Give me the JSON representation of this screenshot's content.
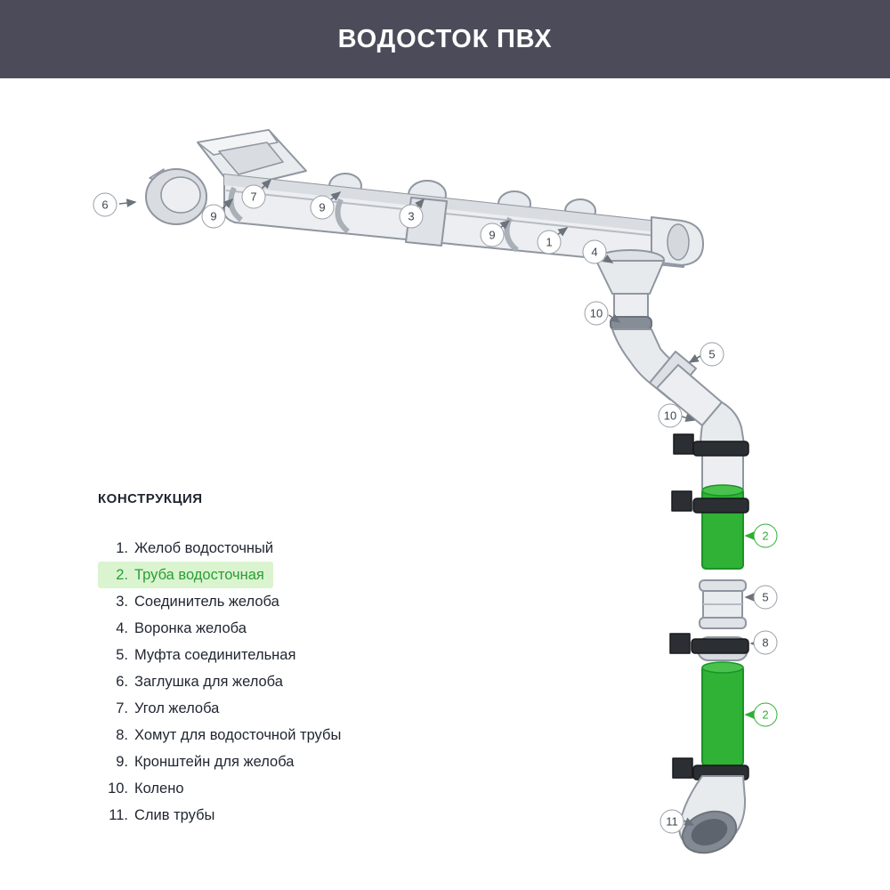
{
  "header": {
    "title": "ВОДОСТОК ПВХ"
  },
  "colors": {
    "header_bg": "#4b4b59",
    "accent_green": "#2fae35",
    "pipe_green": "#2fb236",
    "highlight_bg": "#daf4d0",
    "diagram_gray": "#eceef1",
    "clamp_black": "#2b2e33"
  },
  "legend": {
    "title": "КОНСТРУКЦИЯ",
    "items": [
      {
        "num": "1.",
        "label": "Желоб водосточный",
        "highlighted": false
      },
      {
        "num": "2.",
        "label": "Труба водосточная",
        "highlighted": true
      },
      {
        "num": "3.",
        "label": "Соединитель желоба",
        "highlighted": false
      },
      {
        "num": "4.",
        "label": "Воронка желоба",
        "highlighted": false
      },
      {
        "num": "5.",
        "label": "Муфта соединительная",
        "highlighted": false
      },
      {
        "num": "6.",
        "label": "Заглушка для желоба",
        "highlighted": false
      },
      {
        "num": "7.",
        "label": "Угол желоба",
        "highlighted": false
      },
      {
        "num": "8.",
        "label": "Хомут для водосточной трубы",
        "highlighted": false
      },
      {
        "num": "9.",
        "label": "Кронштейн для желоба",
        "highlighted": false
      },
      {
        "num": "10.",
        "label": "Колено",
        "highlighted": false
      },
      {
        "num": "11.",
        "label": "Слив трубы",
        "highlighted": false
      }
    ]
  },
  "callouts": [
    {
      "number": "6",
      "green": false
    },
    {
      "number": "9",
      "green": false
    },
    {
      "number": "7",
      "green": false
    },
    {
      "number": "9",
      "green": false
    },
    {
      "number": "3",
      "green": false
    },
    {
      "number": "9",
      "green": false
    },
    {
      "number": "1",
      "green": false
    },
    {
      "number": "4",
      "green": false
    },
    {
      "number": "10",
      "green": false
    },
    {
      "number": "5",
      "green": false
    },
    {
      "number": "10",
      "green": false
    },
    {
      "number": "2",
      "green": true
    },
    {
      "number": "5",
      "green": false
    },
    {
      "number": "8",
      "green": false
    },
    {
      "number": "2",
      "green": true
    },
    {
      "number": "11",
      "green": false
    }
  ]
}
